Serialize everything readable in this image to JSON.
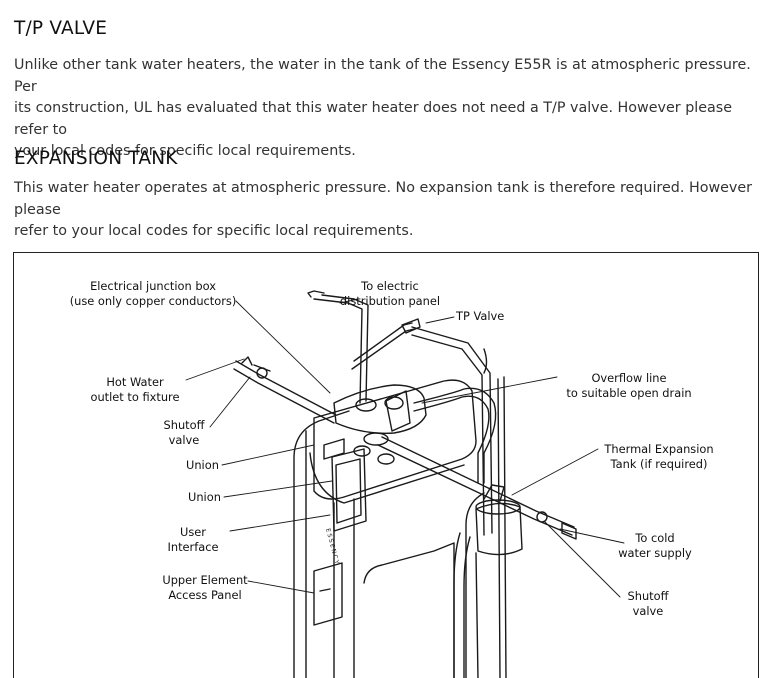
{
  "sections": [
    {
      "heading": "T/P VALVE",
      "lines": [
        "Unlike other tank water heaters, the water in the tank of the Essency E55R is at atmospheric pressure. Per",
        "its construction, UL has evaluated that this water heater does not need a T/P valve. However please refer to",
        "your local codes for specific local requirements."
      ]
    },
    {
      "heading": "EXPANSION TANK",
      "lines": [
        "This water heater operates at atmospheric pressure. No expansion tank is therefore required. However please",
        "refer to your local codes for specific local requirements."
      ]
    }
  ],
  "diagram": {
    "brand_mark": "ESSENCY",
    "labels": {
      "junction_box": [
        "Electrical junction box",
        "(use only copper conductors)"
      ],
      "to_electric": [
        "To electric",
        "distribution panel"
      ],
      "tp_valve": [
        "TP Valve"
      ],
      "hot_water": [
        "Hot Water",
        "outlet to fixture"
      ],
      "shutoff_left": [
        "Shutoff",
        "valve"
      ],
      "union_1": [
        "Union"
      ],
      "union_2": [
        "Union"
      ],
      "user_interface": [
        "User",
        "Interface"
      ],
      "upper_element": [
        "Upper Element",
        "Access Panel"
      ],
      "overflow": [
        "Overflow line",
        "to suitable open drain"
      ],
      "thermal": [
        "Thermal Expansion",
        "Tank (if required)"
      ],
      "to_cold": [
        "To cold",
        "water supply"
      ],
      "shutoff_right": [
        "Shutoff",
        "valve"
      ]
    }
  }
}
